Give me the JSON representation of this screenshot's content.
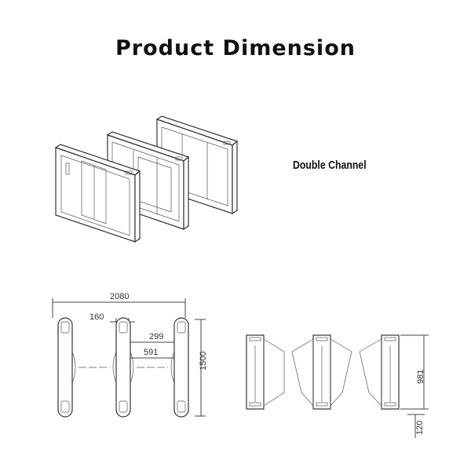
{
  "header": {
    "title": "Product Dimension"
  },
  "iso_view": {
    "label": "Double Channel"
  },
  "top_view": {
    "overall_width": "2080",
    "cabinet_width": "160",
    "wing_reach": "299",
    "passage_width": "591",
    "depth": "1500"
  },
  "front_view": {
    "height": "981",
    "base_height": "120"
  },
  "colors": {
    "line": "#333333",
    "background": "#ffffff"
  }
}
